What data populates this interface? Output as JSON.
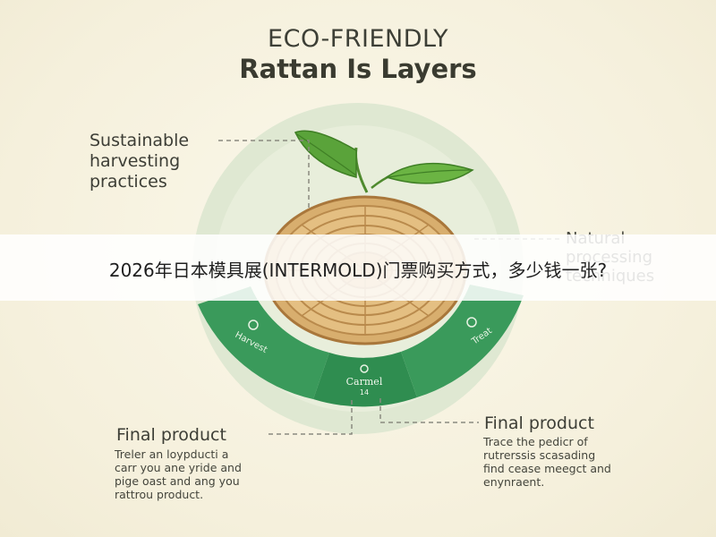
{
  "title": {
    "line1": "ECO-FRIENDLY",
    "line2": "Rattan Is Layers"
  },
  "labels": {
    "top_left": [
      "Sustainable",
      "harvesting",
      "practices"
    ],
    "top_right": [
      "Natural",
      "processing",
      "techniques"
    ],
    "bottom_left": "Final product",
    "bottom_right": "Final product"
  },
  "descriptions": {
    "bottom_left": [
      "Treler an loypducti a",
      "carr you  ane yride and",
      "pige oast and ang you",
      "rattrou product."
    ],
    "bottom_right": [
      "Trace the pedicr of",
      "rutrerssis scasading",
      "find cease meegct and",
      "enynraent."
    ]
  },
  "segments": {
    "left": "Harvest",
    "center": "Carmel",
    "center_sub": "14",
    "right": "Treat"
  },
  "icons": [
    "leaf-icon",
    "rattan-basket-icon",
    "circle-icon",
    "gear-icon"
  ],
  "colors": {
    "background": "#f7f3e2",
    "ring_light": "#dbe6cf",
    "ring_green": "#3a9a5b",
    "leaf": "#5aa33a",
    "rattan": "#c99a5a",
    "text_dark": "#3d3e36"
  },
  "banner": {
    "text": "2026年日本模具展(INTERMOLD)门票购买方式，多少钱一张?"
  }
}
